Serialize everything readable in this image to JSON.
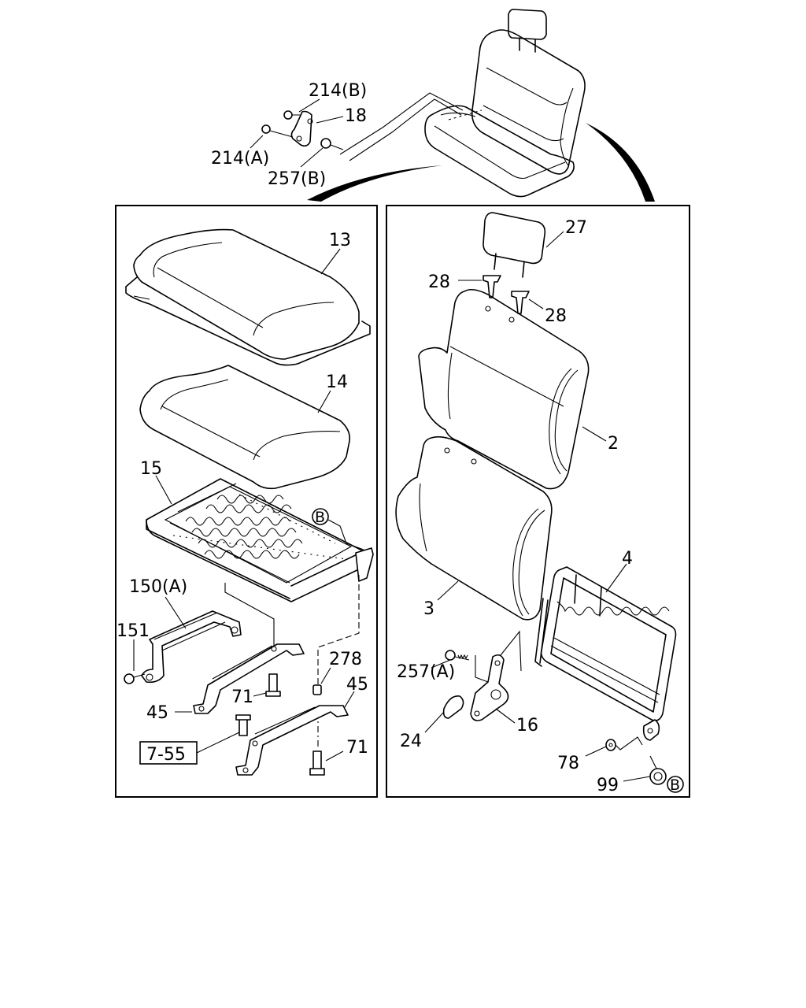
{
  "callouts": {
    "p214b": "214(B)",
    "p18": "18",
    "p214a": "214(A)",
    "p257b": "257(B)",
    "p13": "13",
    "p14": "14",
    "p15": "15",
    "pB_left": "B",
    "p150a": "150(A)",
    "p151": "151",
    "p278": "278",
    "p45_right": "45",
    "p71_upper": "71",
    "p45_left": "45",
    "p71_lower": "71",
    "ref_page": "7-55",
    "p27": "27",
    "p28_left": "28",
    "p28_right": "28",
    "p2": "2",
    "p3": "3",
    "p4": "4",
    "p257a": "257(A)",
    "p16": "16",
    "p24": "24",
    "p78": "78",
    "p99": "99",
    "pB_right": "B"
  }
}
